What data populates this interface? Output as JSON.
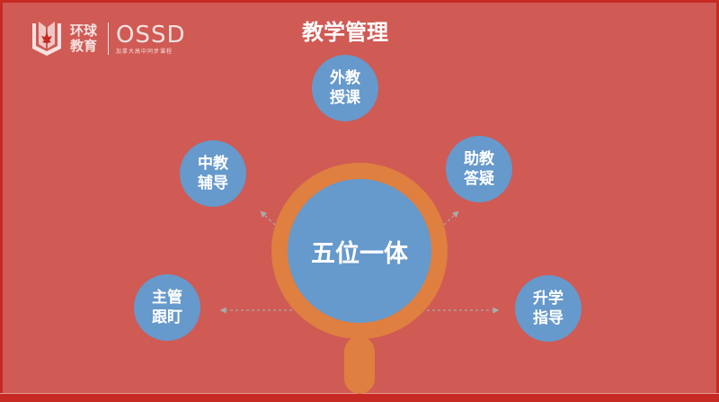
{
  "logo": {
    "cn_line1": "环球",
    "cn_line2": "教育",
    "en": "OSSD",
    "sub": "加拿大高中同步课程"
  },
  "title": "教学管理",
  "center": "五位一体",
  "nodes": [
    {
      "line1": "外教",
      "line2": "授课"
    },
    {
      "line1": "中教",
      "line2": "辅导"
    },
    {
      "line1": "助教",
      "line2": "答疑"
    },
    {
      "line1": "主管",
      "line2": "跟盯"
    },
    {
      "line1": "升学",
      "line2": "指导"
    }
  ],
  "colors": {
    "background": "#d05a54",
    "node": "#6699cc",
    "ring": "#df7f40"
  }
}
